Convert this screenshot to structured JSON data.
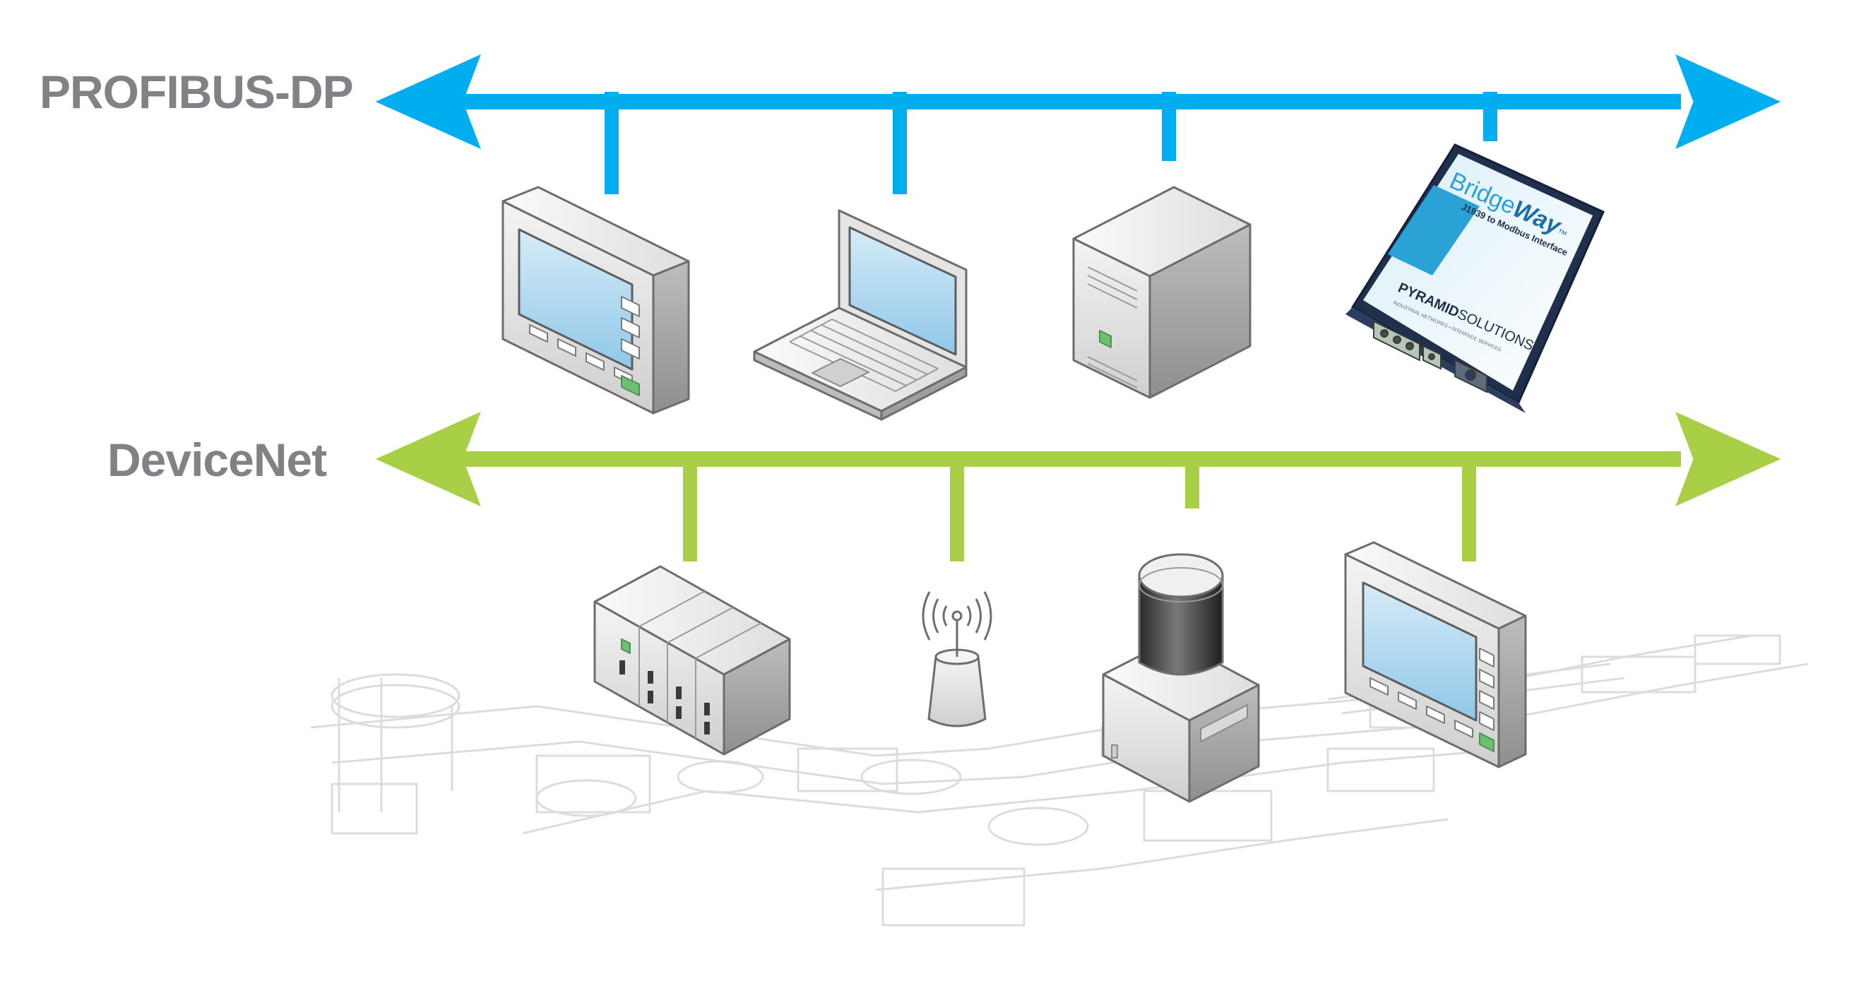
{
  "buses": {
    "profibus": {
      "label": "PROFIBUS-DP",
      "color": "#00aeef"
    },
    "devicenet": {
      "label": "DeviceNet",
      "color": "#a8cf45"
    }
  },
  "label_color": "#808285",
  "devices": {
    "profibus": [
      "hmi-panel",
      "laptop",
      "server-tower",
      "bridgeway-gateway"
    ],
    "devicenet": [
      "io-rack",
      "wireless-sensor",
      "process-sensor",
      "hmi-panel"
    ]
  },
  "gateway": {
    "brand_prefix": "Bridge",
    "brand_suffix": "Way",
    "tm": "™",
    "subtitle": "J1939 to Modbus Interface",
    "maker_bold": "PYRAMID",
    "maker_light": "SOLUTIONS",
    "maker_tagline": "INDUSTRIAL NETWORKS  •  INTERFACE SERVICES"
  }
}
